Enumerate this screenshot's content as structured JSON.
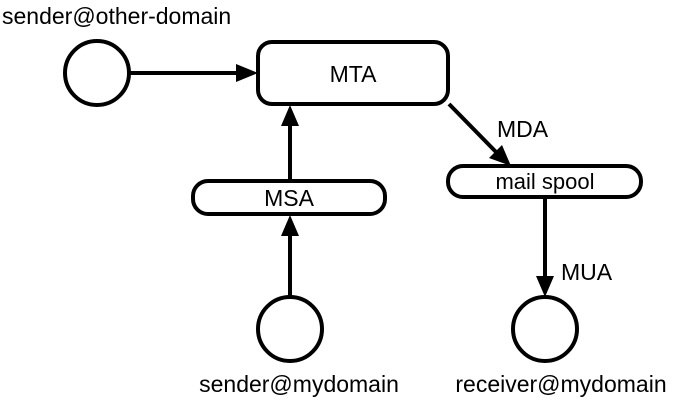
{
  "nodes": {
    "sender_other": {
      "label": "sender@other-domain"
    },
    "mta": {
      "label": "MTA"
    },
    "msa": {
      "label": "MSA"
    },
    "mail_spool": {
      "label": "mail spool"
    },
    "sender_mydomain": {
      "label": "sender@mydomain"
    },
    "receiver_mydomain": {
      "label": "receiver@mydomain"
    }
  },
  "edges": {
    "mta_to_spool": {
      "label": "MDA"
    },
    "spool_to_receiver": {
      "label": "MUA"
    }
  },
  "colors": {
    "stroke": "#000000",
    "fill": "#ffffff",
    "background": "#ffffff"
  }
}
